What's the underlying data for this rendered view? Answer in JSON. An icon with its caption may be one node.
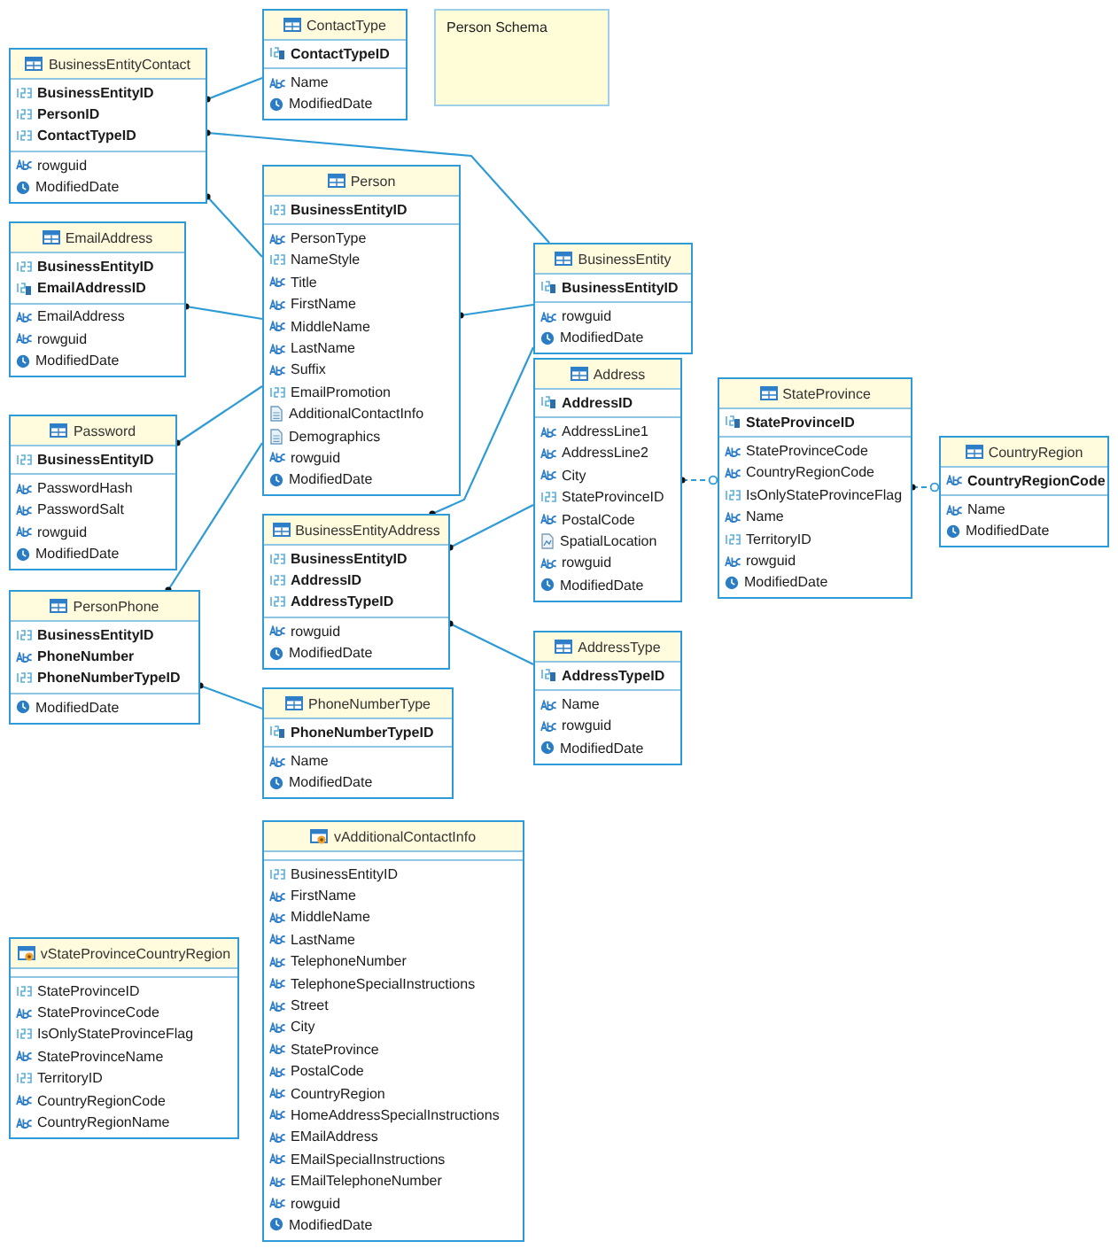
{
  "diagram": {
    "nodes": [
      {
        "text": [
          "BusinessEntityContact",
          "BusinessEntityID",
          "PersonID",
          "ContactTypeID",
          "rowguid",
          "ModifiedDate"
        ]
      },
      {
        "text": [
          "ContactType",
          "ContactTypeID",
          "Name",
          "ModifiedDate"
        ]
      },
      {
        "text": [
          "Person Schema"
        ]
      },
      {
        "text": [
          "Person",
          "BusinessEntityID",
          "PersonType",
          "NameStyle",
          "Title",
          "FirstName",
          "MiddleName",
          "LastName",
          "Suffix",
          "EmailPromotion",
          "AdditionalContactInfo",
          "Demographics",
          "rowguid",
          "ModifiedDate"
        ]
      },
      {
        "text": [
          "EmailAddress",
          "BusinessEntityID",
          "EmailAddressID",
          "EmailAddress",
          "rowguid",
          "ModifiedDate"
        ]
      },
      {
        "text": [
          "BusinessEntity",
          "BusinessEntityID",
          "rowguid",
          "ModifiedDate"
        ]
      },
      {
        "text": [
          "Password",
          "BusinessEntityID",
          "PasswordHash",
          "PasswordSalt",
          "rowguid",
          "ModifiedDate"
        ]
      },
      {
        "text": [
          "Address",
          "AddressID",
          "AddressLine1",
          "AddressLine2",
          "City",
          "StateProvinceID",
          "PostalCode",
          "SpatialLocation",
          "rowguid",
          "ModifiedDate"
        ]
      },
      {
        "text": [
          "StateProvince",
          "StateProvinceID",
          "StateProvinceCode",
          "CountryRegionCode",
          "IsOnlyStateProvinceFlag",
          "Name",
          "TerritoryID",
          "rowguid",
          "ModifiedDate"
        ]
      },
      {
        "text": [
          "CountryRegion",
          "CountryRegionCode",
          "Name",
          "ModifiedDate"
        ]
      },
      {
        "text": [
          "BusinessEntityAddress",
          "BusinessEntityID",
          "AddressID",
          "AddressTypeID",
          "rowguid",
          "ModifiedDate"
        ]
      },
      {
        "text": [
          "PersonPhone",
          "BusinessEntityID",
          "PhoneNumber",
          "PhoneNumberTypeID",
          "ModifiedDate"
        ]
      },
      {
        "text": [
          "AddressType",
          "AddressTypeID",
          "Name",
          "rowguid",
          "ModifiedDate"
        ]
      },
      {
        "text": [
          "PhoneNumberType",
          "PhoneNumberTypeID",
          "Name",
          "ModifiedDate"
        ]
      },
      {
        "text": [
          "vAdditionalContactInfo",
          "BusinessEntityID",
          "FirstName",
          "MiddleName",
          "LastName",
          "TelephoneNumber",
          "TelephoneSpecialInstructions",
          "Street",
          "City",
          "StateProvince",
          "PostalCode",
          "CountryRegion",
          "HomeAddressSpecialInstructions",
          "EMailAddress",
          "EMailSpecialInstructions",
          "EMailTelephoneNumber",
          "rowguid",
          "ModifiedDate"
        ]
      },
      {
        "text": [
          "vStateProvinceCountryRegion",
          "StateProvinceID",
          "StateProvinceCode",
          "IsOnlyStateProvinceFlag",
          "StateProvinceName",
          "TerritoryID",
          "CountryRegionCode",
          "CountryRegionName"
        ]
      }
    ],
    "edges": [
      {
        "from": 0,
        "to": 1,
        "arrow": "other"
      },
      {
        "from": 0,
        "to": 5,
        "arrow": "other"
      },
      {
        "from": 0,
        "to": 3,
        "arrow": "other"
      },
      {
        "from": 4,
        "to": 3,
        "arrow": "other"
      },
      {
        "from": 6,
        "to": 3,
        "arrow": "other"
      },
      {
        "from": 11,
        "to": 3,
        "arrow": "other"
      },
      {
        "from": 3,
        "to": 5,
        "arrow": "other"
      },
      {
        "from": 10,
        "to": 5,
        "arrow": "other"
      },
      {
        "from": 10,
        "to": 7,
        "arrow": "other"
      },
      {
        "from": 10,
        "to": 12,
        "arrow": "other"
      },
      {
        "from": 11,
        "to": 13,
        "arrow": "other"
      },
      {
        "from": 7,
        "to": 8,
        "arrow": "other",
        "style": "dashed"
      },
      {
        "from": 8,
        "to": 9,
        "arrow": "other",
        "style": "dashed"
      }
    ]
  }
}
